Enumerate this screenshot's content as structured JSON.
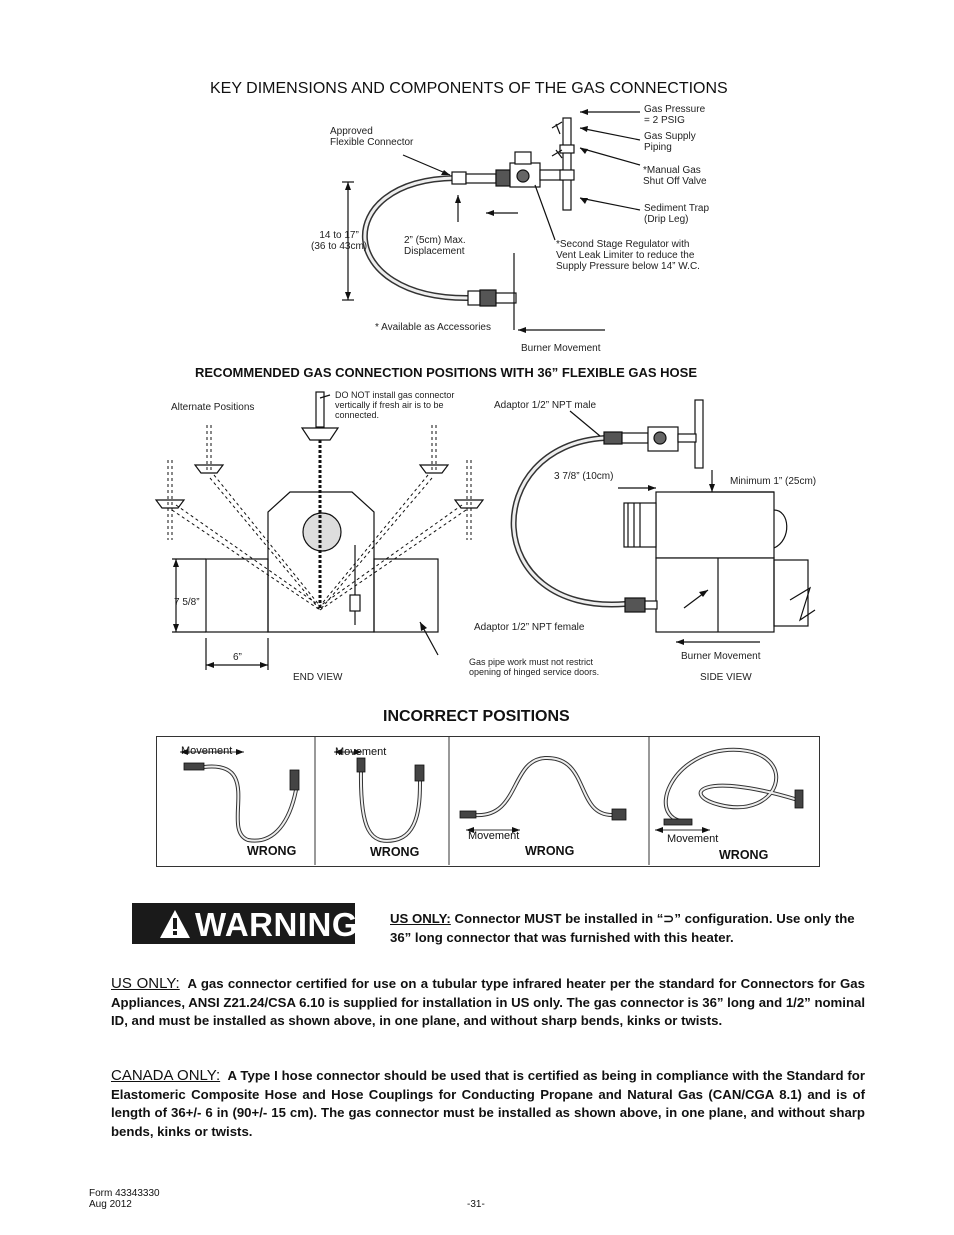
{
  "top": {
    "title": "KEY DIMENSIONS AND COMPONENTS OF THE GAS CONNECTIONS",
    "labels": {
      "gas_pressure": "Gas Pressure\n= 2 PSIG",
      "gas_supply": "Gas Supply\nPiping",
      "manual_valve": "*Manual Gas\nShut Off Valve",
      "sediment_trap": "Sediment Trap\n(Drip Leg)",
      "approved_connector": "Approved\nFlexible Connector",
      "height": "14 to 17”\n(36 to 43cm)",
      "displacement": "2” (5cm) Max.\nDisplacement",
      "regulator": "*Second Stage Regulator with\nVent Leak Limiter to reduce the\nSupply Pressure below 14” W.C.",
      "accessories": "* Available as Accessories",
      "burner_movement": "Burner Movement"
    }
  },
  "middle": {
    "title": "RECOMMENDED GAS CONNECTION POSITIONS WITH 36” FLEXIBLE GAS HOSE",
    "labels": {
      "alternate": "Alternate Positions",
      "do_not": "DO NOT install gas connector\nvertically if fresh air is to be\nconnected.",
      "adaptor_male": "Adaptor 1/2” NPT male",
      "three_seven_eighths": "3 7/8” (10cm)",
      "minimum": "Minimum 1” (25cm)",
      "seven_five_eighths": "7 5/8”",
      "six": "6”",
      "adaptor_female": "Adaptor 1/2” NPT female",
      "gas_pipe": "Gas pipe work must not restrict\nopening of hinged service doors.",
      "burner_movement": "Burner Movement",
      "end_view": "END VIEW",
      "side_view": "SIDE VIEW"
    }
  },
  "incorrect": {
    "title": "INCORRECT POSITIONS",
    "panels": [
      {
        "movement": "Movement",
        "verdict": "WRONG"
      },
      {
        "movement": "Movement",
        "verdict": "WRONG"
      },
      {
        "movement": "Movement",
        "verdict": "WRONG"
      },
      {
        "movement": "Movement",
        "verdict": "WRONG"
      }
    ]
  },
  "warning": {
    "word": "WARNING",
    "lead": "US ONLY:",
    "text": " Connector MUST be installed in “⊃” configuration. Use only the 36” long connector that was furnished with this heater."
  },
  "us_only": {
    "lead": "US  ONLY:",
    "text": "A gas connector certified for use on a tubular type infrared heater per the standard for Connectors for Gas Appliances, ANSI Z21.24/CSA 6.10 is supplied for installation in US only. The gas connector is 36” long and 1/2” nominal ID, and must be installed as shown above, in one plane, and without sharp bends, kinks or twists."
  },
  "canada_only": {
    "lead": "CANADA  ONLY:",
    "text": "A Type I hose connector should be used that is certified as being in compliance with the Standard for Elastomeric Composite Hose and Hose Couplings for Conducting Propane and Natural Gas (CAN/CGA 8.1) and is of length of 36+/- 6 in (90+/- 15 cm). The gas connector must be installed as shown above, in one plane, and without sharp bends, kinks or twists."
  },
  "footer": {
    "form": "Form 43343330",
    "date": "Aug 2012",
    "page": "-31-"
  }
}
